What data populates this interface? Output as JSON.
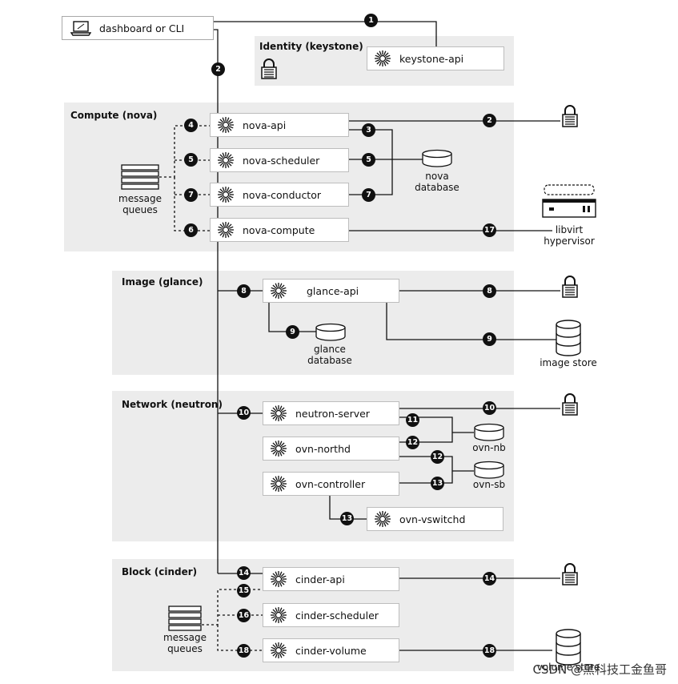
{
  "client": {
    "label": "dashboard or CLI",
    "icon": "laptop-icon"
  },
  "sections": {
    "identity": "Identity (keystone)",
    "compute": "Compute (nova)",
    "image": "Image (glance)",
    "network": "Network (neutron)",
    "block": "Block (cinder)"
  },
  "services": {
    "keystone_api": "keystone-api",
    "nova_api": "nova-api",
    "nova_scheduler": "nova-scheduler",
    "nova_conductor": "nova-conductor",
    "nova_compute": "nova-compute",
    "glance_api": "glance-api",
    "neutron_server": "neutron-server",
    "ovn_northd": "ovn-northd",
    "ovn_controller": "ovn-controller",
    "ovn_vswitchd": "ovn-vswitchd",
    "cinder_api": "cinder-api",
    "cinder_scheduler": "cinder-scheduler",
    "cinder_volume": "cinder-volume"
  },
  "stores": {
    "nova_db_1": "nova",
    "nova_db_2": "database",
    "glance_db_1": "glance",
    "glance_db_2": "database",
    "ovn_nb": "ovn-nb",
    "ovn_sb": "ovn-sb",
    "libvirt_1": "libvirt",
    "libvirt_2": "hypervisor",
    "image_store": "image store",
    "volume_store": "volume store",
    "mq_nova_1": "message",
    "mq_nova_2": "queues",
    "mq_cinder_1": "message",
    "mq_cinder_2": "queues"
  },
  "steps": {
    "s1": "1",
    "s2a": "2",
    "s2b": "2",
    "s3": "3",
    "s4": "4",
    "s5a": "5",
    "s5b": "5",
    "s6": "6",
    "s7a": "7",
    "s7b": "7",
    "s8a": "8",
    "s8b": "8",
    "s9a": "9",
    "s9b": "9",
    "s10a": "10",
    "s10b": "10",
    "s11": "11",
    "s12a": "12",
    "s12b": "12",
    "s13a": "13",
    "s13b": "13",
    "s14a": "14",
    "s14b": "14",
    "s15": "15",
    "s16": "16",
    "s17": "17",
    "s18a": "18",
    "s18b": "18"
  },
  "watermark": "CSDN @黑科技工金鱼哥"
}
